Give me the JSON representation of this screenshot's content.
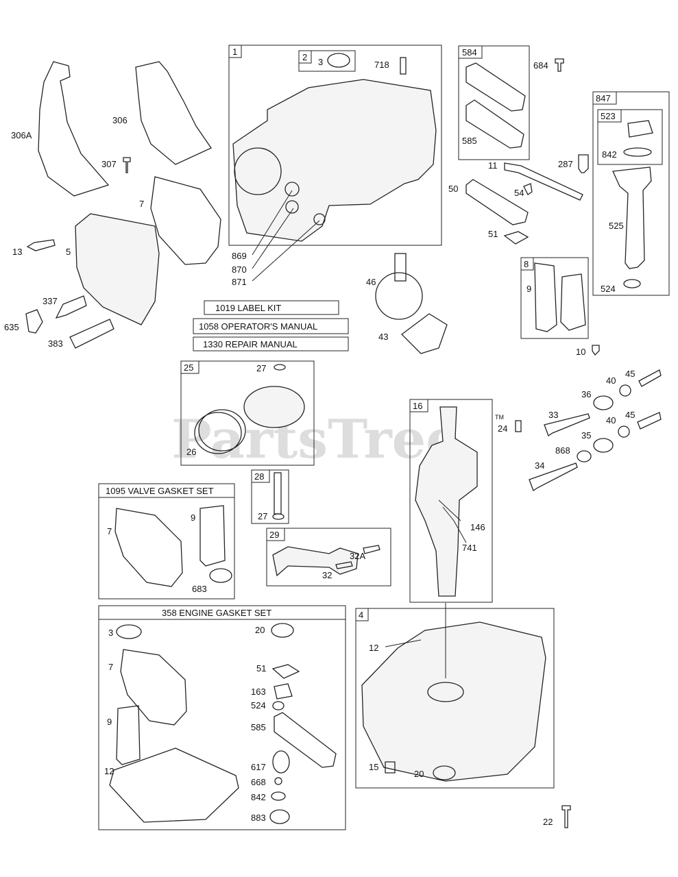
{
  "watermark": "PartsTree",
  "trademark": "TM",
  "callouts": {
    "c306A": "306A",
    "c306": "306",
    "c307": "307",
    "c7a": "7",
    "c13": "13",
    "c5": "5",
    "c337": "337",
    "c635": "635",
    "c383": "383",
    "c1": "1",
    "c2": "2",
    "c3a": "3",
    "c718": "718",
    "c869": "869",
    "c870": "870",
    "c871": "871",
    "c584": "584",
    "c585a": "585",
    "c684": "684",
    "c11": "11",
    "c287": "287",
    "c50": "50",
    "c54": "54",
    "c51a": "51",
    "c847": "847",
    "c523": "523",
    "c842a": "842",
    "c525": "525",
    "c524a": "524",
    "c8": "8",
    "c9a": "9",
    "c10": "10",
    "c46": "46",
    "c43": "43",
    "c25": "25",
    "c27a": "27",
    "c26": "26",
    "c40a": "40",
    "c45a": "45",
    "c36": "36",
    "c33": "33",
    "c40b": "40",
    "c45b": "45",
    "c35": "35",
    "c868": "868",
    "c34": "34",
    "c24": "24",
    "c16": "16",
    "c146": "146",
    "c741": "741",
    "c28": "28",
    "c27b": "27",
    "c29": "29",
    "c32A": "32A",
    "c32": "32",
    "c7b": "7",
    "c9b": "9",
    "c683a": "683",
    "c3b": "3",
    "c7c": "7",
    "c9c": "9",
    "c12a": "12",
    "c20a": "20",
    "c51b": "51",
    "c163": "163",
    "c524b": "524",
    "c585b": "585",
    "c617": "617",
    "c668": "668",
    "c842b": "842",
    "c883": "883",
    "c4": "4",
    "c12b": "12",
    "c15": "15",
    "c20b": "20",
    "c22": "22"
  },
  "kits": {
    "label_kit": "1019 LABEL KIT",
    "operators_manual": "1058 OPERATOR'S MANUAL",
    "repair_manual": "1330 REPAIR MANUAL",
    "valve_gasket_set": "1095 VALVE GASKET SET",
    "engine_gasket_set": "358 ENGINE GASKET SET"
  }
}
